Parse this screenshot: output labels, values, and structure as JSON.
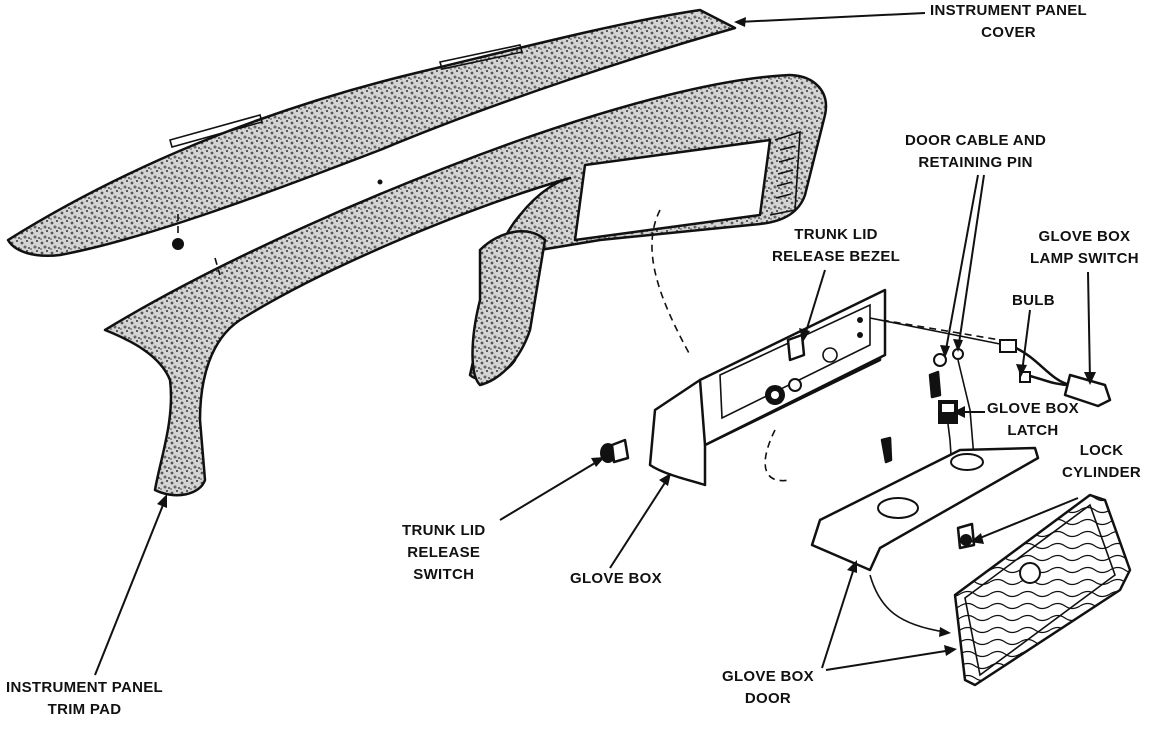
{
  "labels": {
    "instrument_panel_cover": [
      "INSTRUMENT PANEL",
      "COVER"
    ],
    "door_cable": [
      "DOOR CABLE AND",
      "RETAINING PIN"
    ],
    "trunk_lid_bezel": [
      "TRUNK LID",
      "RELEASE BEZEL"
    ],
    "glove_box_lamp_switch": [
      "GLOVE BOX",
      "LAMP SWITCH"
    ],
    "bulb": [
      "BULB"
    ],
    "glove_box_latch": [
      "GLOVE BOX",
      "LATCH"
    ],
    "lock_cylinder": [
      "LOCK",
      "CYLINDER"
    ],
    "trunk_lid_switch": [
      "TRUNK LID",
      "RELEASE",
      "SWITCH"
    ],
    "glove_box": [
      "GLOVE BOX"
    ],
    "instrument_panel_trim_pad": [
      "INSTRUMENT PANEL",
      "TRIM PAD"
    ],
    "glove_box_door": [
      "GLOVE BOX",
      "DOOR"
    ]
  },
  "colors": {
    "ink": "#111111",
    "paper": "#ffffff",
    "texture": "#777777"
  }
}
